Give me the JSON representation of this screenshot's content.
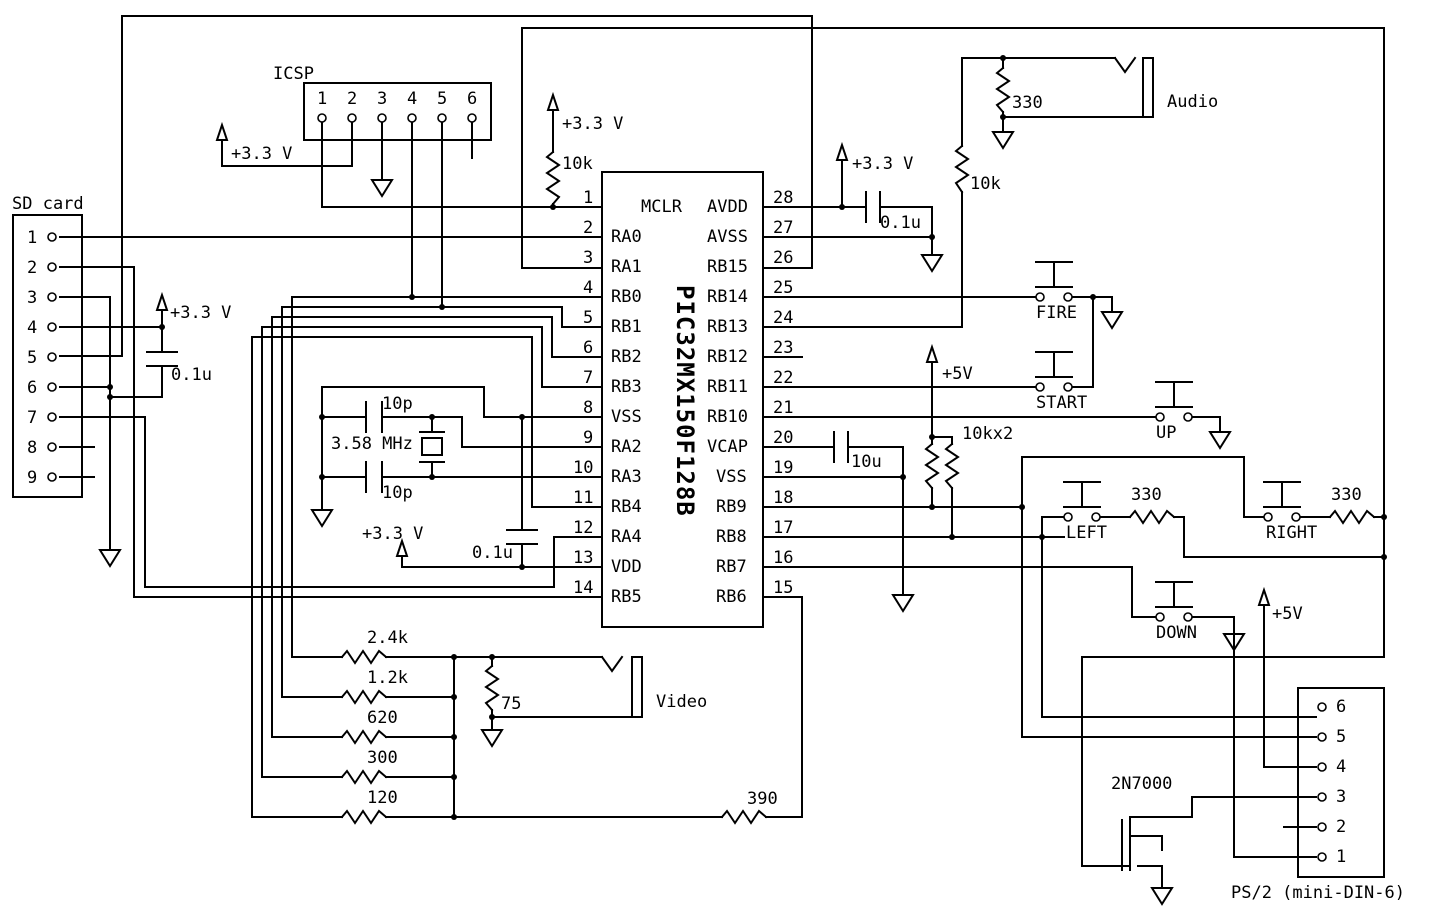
{
  "chip": {
    "name": "PIC32MX150F128B",
    "left_pins": [
      {
        "num": "1",
        "name": "MCLR"
      },
      {
        "num": "2",
        "name": "RA0"
      },
      {
        "num": "3",
        "name": "RA1"
      },
      {
        "num": "4",
        "name": "RB0"
      },
      {
        "num": "5",
        "name": "RB1"
      },
      {
        "num": "6",
        "name": "RB2"
      },
      {
        "num": "7",
        "name": "RB3"
      },
      {
        "num": "8",
        "name": "VSS"
      },
      {
        "num": "9",
        "name": "RA2"
      },
      {
        "num": "10",
        "name": "RA3"
      },
      {
        "num": "11",
        "name": "RB4"
      },
      {
        "num": "12",
        "name": "RA4"
      },
      {
        "num": "13",
        "name": "VDD"
      },
      {
        "num": "14",
        "name": "RB5"
      }
    ],
    "right_pins": [
      {
        "num": "28",
        "name": "AVDD"
      },
      {
        "num": "27",
        "name": "AVSS"
      },
      {
        "num": "26",
        "name": "RB15"
      },
      {
        "num": "25",
        "name": "RB14"
      },
      {
        "num": "24",
        "name": "RB13"
      },
      {
        "num": "23",
        "name": "RB12"
      },
      {
        "num": "22",
        "name": "RB11"
      },
      {
        "num": "21",
        "name": "RB10"
      },
      {
        "num": "20",
        "name": "VCAP"
      },
      {
        "num": "19",
        "name": "VSS"
      },
      {
        "num": "18",
        "name": "RB9"
      },
      {
        "num": "17",
        "name": "RB8"
      },
      {
        "num": "16",
        "name": "RB7"
      },
      {
        "num": "15",
        "name": "RB6"
      }
    ]
  },
  "sd_card": {
    "label": "SD card",
    "pins": [
      "1",
      "2",
      "3",
      "4",
      "5",
      "6",
      "7",
      "8",
      "9"
    ]
  },
  "icsp": {
    "label": "ICSP",
    "pins": [
      "1",
      "2",
      "3",
      "4",
      "5",
      "6"
    ]
  },
  "ps2": {
    "label": "PS/2 (mini-DIN-6)",
    "pins": [
      "6",
      "5",
      "4",
      "3",
      "2",
      "1"
    ]
  },
  "power": {
    "v33": "+3.3 V",
    "v5": "+5V"
  },
  "labels": {
    "audio": "Audio",
    "video": "Video",
    "fire": "FIRE",
    "start": "START",
    "up": "UP",
    "down": "DOWN",
    "left": "LEFT",
    "right": "RIGHT",
    "crystal": "3.58 MHz",
    "transistor": "2N7000"
  },
  "values": {
    "r10k_mclr": "10k",
    "r10k_audio": "10k",
    "r330_audio": "330",
    "r10kx2": "10kx2",
    "r330_left": "330",
    "r330_right": "330",
    "r75": "75",
    "r390": "390",
    "c01_avdd": "0.1u",
    "c01_sd": "0.1u",
    "c01_vdd": "0.1u",
    "c10u": "10u",
    "c10p_top": "10p",
    "c10p_bot": "10p",
    "dac": [
      "2.4k",
      "1.2k",
      "620",
      "300",
      "120"
    ]
  }
}
